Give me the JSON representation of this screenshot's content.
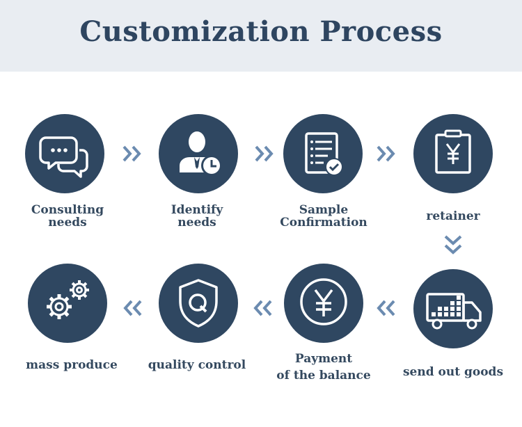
{
  "header": {
    "title": "Customization Process"
  },
  "steps": [
    {
      "lines": [
        "Consulting",
        "needs"
      ],
      "icon": "chat-bubbles-icon"
    },
    {
      "lines": [
        "Identify",
        "needs"
      ],
      "icon": "person-clock-icon"
    },
    {
      "lines": [
        "Sample",
        "Confirmation"
      ],
      "icon": "checklist-document-icon"
    },
    {
      "lines": [
        "retainer",
        ""
      ],
      "icon": "yen-clipboard-icon"
    },
    {
      "lines": [
        "send out goods",
        ""
      ],
      "icon": "delivery-truck-icon"
    },
    {
      "lines": [
        "Payment",
        "of the balance"
      ],
      "icon": "yen-coin-icon"
    },
    {
      "lines": [
        "quality control",
        ""
      ],
      "icon": "shield-q-icon"
    },
    {
      "lines": [
        "mass produce",
        ""
      ],
      "icon": "gears-icon"
    }
  ],
  "colors": {
    "primary": "#2f4761",
    "accent": "#6b8bb0",
    "header_bg": "#e9edf2"
  }
}
